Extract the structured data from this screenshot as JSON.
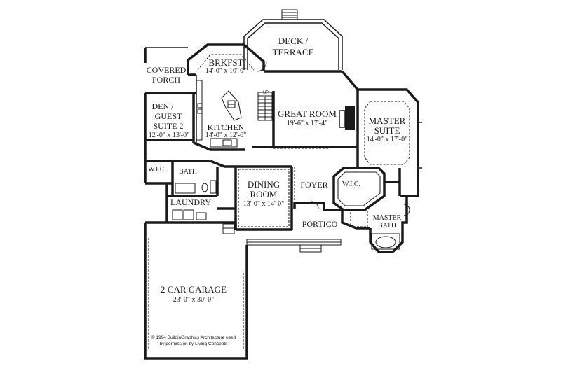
{
  "rooms": {
    "deck": {
      "line1": "DECK /",
      "line2": "TERRACE"
    },
    "brkfst": {
      "name": "BRKFST",
      "dims": "14'-0\" x 10'-0\""
    },
    "covered_porch": {
      "line1": "COVERED",
      "line2": "PORCH"
    },
    "den": {
      "line1": "DEN /",
      "line2": "GUEST",
      "line3": "SUITE 2",
      "dims": "12'-0\" x 13'-0\""
    },
    "kitchen": {
      "name": "KITCHEN",
      "dims": "14'-0\" x 12'-6\""
    },
    "great_room": {
      "name": "GREAT ROOM",
      "dims": "19'-6\" x 17'-4\""
    },
    "master_suite": {
      "line1": "MASTER",
      "line2": "SUITE",
      "dims": "14'-0\" x 17'-0\""
    },
    "wic_left": {
      "name": "W.I.C."
    },
    "bath": {
      "name": "BATH"
    },
    "laundry": {
      "name": "LAUNDRY"
    },
    "dining": {
      "line1": "DINING",
      "line2": "ROOM",
      "dims": "13'-0\" x 14'-0\""
    },
    "foyer": {
      "name": "FOYER"
    },
    "wic_right": {
      "name": "W.I.C."
    },
    "master_bath": {
      "line1": "MASTER",
      "line2": "BATH"
    },
    "portico": {
      "name": "PORTICO"
    },
    "garage": {
      "name": "2 CAR GARAGE",
      "dims": "23'-0\" x 30'-0\""
    }
  },
  "stair_label": "UP",
  "copyright": {
    "line1": "© 1994 BuildinGraphics Architecture used",
    "line2": "by permission by Living Concepts"
  }
}
